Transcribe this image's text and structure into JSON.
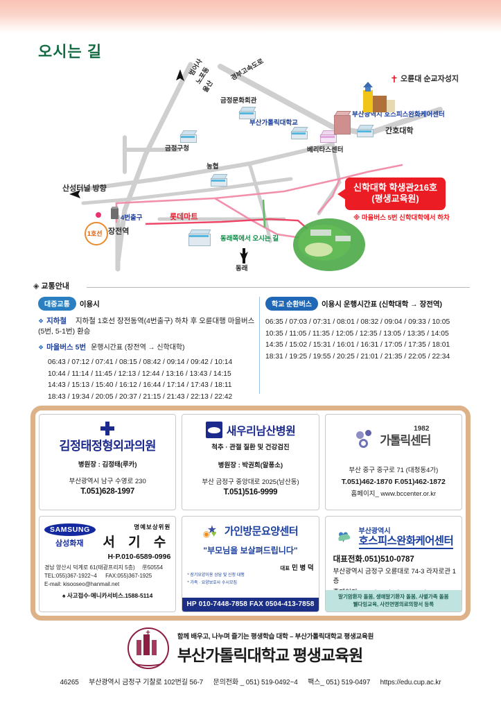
{
  "page": {
    "title": "오시는 길"
  },
  "map": {
    "labels": {
      "beomeosa": "범어사\n노포동\n울산",
      "beomeosa_l1": "범어사",
      "beomeosa_l2": "노포동",
      "beomeosa_l3": "울산",
      "gyeongbu_expressway": "경부고속도로",
      "geumjeong_culture_hall": "금정문화회관",
      "geumjeong_district_office": "금정구청",
      "nonghyup": "농협",
      "busan_catholic_university": "부산가톨릭대학교",
      "veritas_center": "베리타스센터",
      "hospice_center": "부산광역시 호스피스완화케어센터",
      "nursing_college": "간호대학",
      "oryundae_shrine": "오륜대 순교자성지",
      "sanseong_tunnel": "산성터널 방향",
      "exit_4": "4번출구",
      "line_1": "1호선",
      "jangjeon_station": "장전역",
      "lotte_mart": "롯데마트",
      "from_dongnae": "동래쪽에서 오시는 길",
      "dongnae": "동래"
    },
    "callout": {
      "line1": "신학대학 학생관216호",
      "line2": "(평생교육원)",
      "note": "※ 마을버스 5번 신학대학에서 하차"
    },
    "colors": {
      "callout_bg": "#ec1c24",
      "line1_orange": "#e05a00",
      "university_blue": "#1b3f9c",
      "route_pink": "#e8336e"
    }
  },
  "traffic": {
    "heading": "교통안내",
    "public": {
      "pill": "대중교통",
      "use_label": "이용시",
      "subway_label": "지하철",
      "subway_text": "지하철 1호선 장전동역(4번출구) 하차 후 오륜대행  마을버스 (5번, 5-1번) 환승",
      "village_bus_label": "마을버스 5번",
      "village_bus_title": "운행시간표 (장전역 → 신학대학)",
      "times": [
        "06:43 / 07:12 / 07:41 / 08:15 / 08:42 / 09:14 / 09:42 / 10:14",
        "10:44 / 11:14 / 11:45 / 12:13 / 12:44 /  13:16 / 13:43 / 14:15",
        "14:43 / 15:13 / 15:40 / 16:12 / 16:44 / 17:14 / 17:43 / 18:11",
        "18:43 / 19:34 / 20:05 / 20:37 / 21:15 / 21:43 / 22:13 / 22:42"
      ]
    },
    "shuttle": {
      "pill": "학교 순환버스",
      "title": "이용시 운행시간표 (신학대학 → 장전역)",
      "times": [
        "06:35 / 07:03 / 07:31 / 08:01 / 08:32 / 09:04 / 09:33 / 10:05",
        "10:35 / 11:05 / 11:35 / 12:05 / 12:35 / 13:05 / 13:35 / 14:05",
        "14:35 / 15:02 / 15:31 / 16:01 / 16:31 / 17:05 / 17:35 / 18:01",
        "18:31 / 19:25 / 19:55 / 20:25 / 21:01 / 21:35 / 22:05 / 22:34"
      ]
    }
  },
  "ads": {
    "ad1": {
      "name": "김정태정형외과의원",
      "director": "병원장 : 김정태(루카)",
      "address": "부산광역시 남구 수영로 230",
      "tel": "T.051)628-1997"
    },
    "ad2": {
      "name": "새우리남산병원",
      "subtitle": "척추 · 관절 질환 및 건강검진",
      "director": "병원장 : 박권희(알퐁소)",
      "address": "부산 금정구 중앙대로 2025(남산동)",
      "tel": "T.051)516-9999"
    },
    "ad3": {
      "name": "가톨릭센터",
      "year": "1982",
      "address": "부산 중구 중구로 71 (대청동4가)",
      "tel": "T.051)462-1870    F.051)462-1872",
      "homepage": "홈페이지_ www.bccenter.or.kr"
    },
    "ad4": {
      "brand_en": "SAMSUNG",
      "brand_kr": "삼성화재",
      "role": "명예보상위원",
      "person": "서 기 수",
      "hp": "H·P.010-6589-0996",
      "address": "경남 양산시 덕계로 61(태광프리지 5층)",
      "zip": "㉾50554",
      "tel": "TEL:055)367-1922~4",
      "fax": "FAX:055)367-1925",
      "email": "E-mail: kisooseo@hanmail.net",
      "bottom": "♠ 사고접수·애니카서비스.1588-5114"
    },
    "ad5": {
      "name": "가인방문요양센터",
      "slogan": "\"부모님을 보살펴드립니다\"",
      "rep_label": "대표",
      "rep_name": "민 병 덕",
      "note1": "* 장기요양이용 상담 및 신청 대행",
      "note2": "* 가족 · 요양보호사 수시모집",
      "contact": "HP 010-7448-7858  FAX 0504-413-7858"
    },
    "ad6": {
      "name_top": "부산광역시",
      "name_main": "호스피스완화케어센터",
      "tel": "대표전화.051)510-0787",
      "address": "부산광역시 금정구 오륜대로 74-3 라자로관 1층",
      "homepage": "홈페이지 www.hospicebusan.or.kr",
      "footer1": "말기암환자 돌봄, 생애말기환자 돌봄, 사별가족 돌봄",
      "footer2": "웰다잉교육, 사전연명의료의향서 등록"
    }
  },
  "footer": {
    "tagline": "함께 배우고, 나누며 즐기는 평생학습 대학 – 부산가톨릭대학교 평생교육원",
    "name": "부산가톨릭대학교 평생교육원",
    "zip": "46265",
    "address": "부산광역시 금정구 기찰로 102번길 56-7",
    "tel_label": "문의전화 _",
    "tel": "051) 519-0492~4",
    "fax_label": "팩스_",
    "fax": "051) 519-0497",
    "url": "https://edu.cup.ac.kr"
  }
}
